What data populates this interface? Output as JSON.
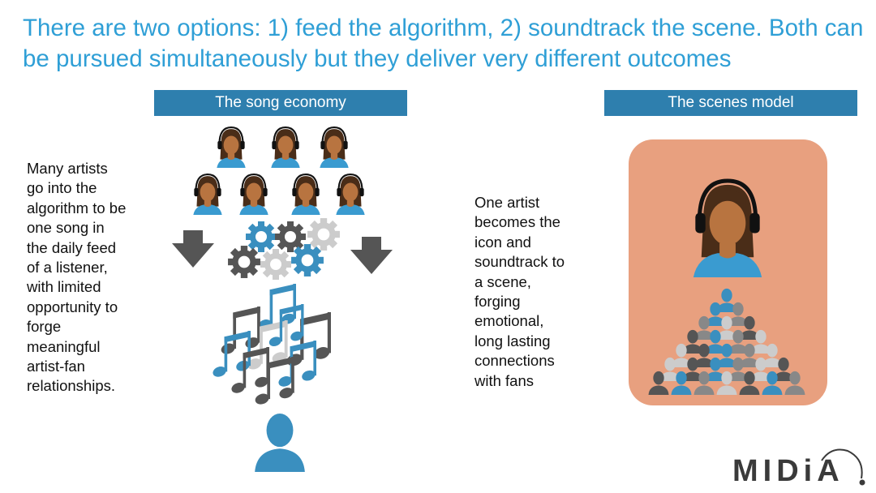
{
  "title": "There are two options: 1) feed the algorithm, 2) soundtrack the scene. Both can be pursued simultaneously but they deliver very different outcomes",
  "left_panel": {
    "header": "The song economy",
    "description": "Many artists go into the algorithm to be one song in the daily feed of a listener, with limited opportunity to forge meaningful artist-fan relationships."
  },
  "right_panel": {
    "header": "The scenes model",
    "description": "One artist becomes the icon and soundtrack to a scene, forging emotional, long lasting connections with fans"
  },
  "logo": "MIDiA",
  "colors": {
    "title": "#2f9fd6",
    "header": "#2e7fae",
    "scene_bg": "#e8a07f",
    "blue": "#3a8fbf",
    "gray": "#555555",
    "light": "#cccccc"
  }
}
